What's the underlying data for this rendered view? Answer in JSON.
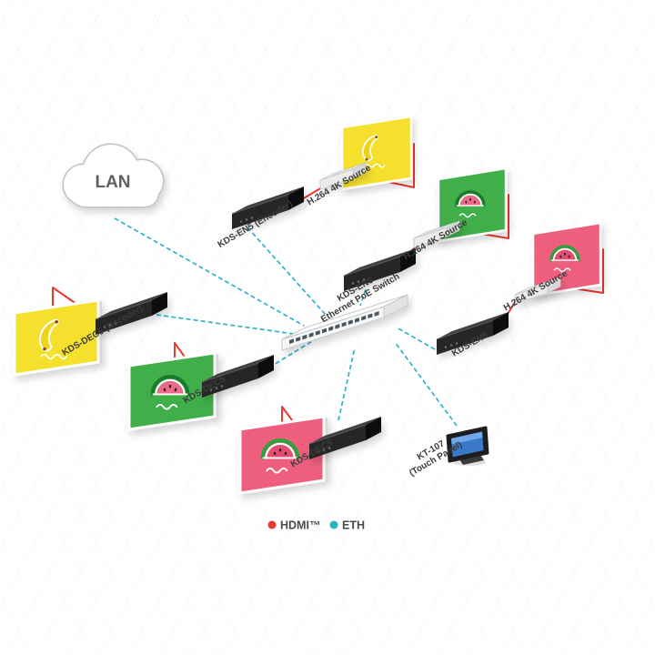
{
  "cloud": {
    "label": "LAN"
  },
  "sources": [
    {
      "label": "H.264 4K Source",
      "art": "banana-icon"
    },
    {
      "label": "H.264 4K Source",
      "art": "watermelon-icon"
    },
    {
      "label": "H.264 4K Source",
      "art": "watermelon-icon"
    }
  ],
  "encoders": [
    {
      "label": "KDS-EN5 (Encoder)"
    },
    {
      "label": "KDS-EN5"
    },
    {
      "label": "KDS-EN5"
    }
  ],
  "switch": {
    "label": "Ethernet PoE Switch"
  },
  "decoders": [
    {
      "label": "KDS-DEC5 (Decoder)"
    },
    {
      "label": "KDS-DEC5"
    },
    {
      "label": "KDS-DEC5"
    }
  ],
  "touch_panel": {
    "label_line1": "KT-107",
    "label_line2": "(Touch Panel)"
  },
  "legend": {
    "hdmi_label": "HDMI™",
    "eth_label": "ETH"
  },
  "colors": {
    "hdmi": "#e8392f",
    "eth": "#2db3c7",
    "screen_yellow": "#f5e02e",
    "screen_green": "#3fae49",
    "screen_pink": "#ee5f7e"
  }
}
